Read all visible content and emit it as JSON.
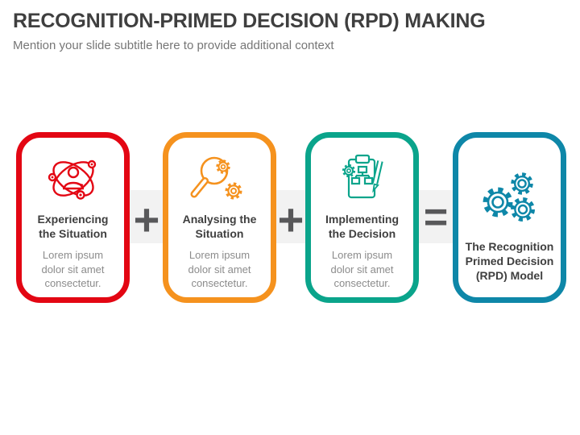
{
  "slide": {
    "title": "RECOGNITION-PRIMED DECISION (RPD) MAKING",
    "subtitle": "Mention your slide subtitle here to provide additional context"
  },
  "connectors": [
    "+",
    "+",
    "="
  ],
  "cards": [
    {
      "title": "Experiencing the Situation",
      "body": "Lorem ipsum dolor sit amet consectetur.",
      "accent": "#E30613",
      "icon": "person-network-icon"
    },
    {
      "title": "Analysing the Situation",
      "body": "Lorem ipsum dolor sit amet consectetur.",
      "accent": "#F5921E",
      "icon": "magnifier-gears-icon"
    },
    {
      "title": "Implementing the Decision",
      "body": "Lorem ipsum dolor sit amet consectetur.",
      "accent": "#0AA48B",
      "icon": "clipboard-plan-icon"
    },
    {
      "title": "The Recognition Primed Decision (RPD) Model",
      "body": "",
      "accent": "#0E87A8",
      "icon": "gears-icon"
    }
  ],
  "colors": {
    "title_text": "#3F3F3F",
    "subtitle_text": "#767676",
    "body_text": "#8C8C8C",
    "connector": "#58585A",
    "band": "#F2F2F2"
  }
}
